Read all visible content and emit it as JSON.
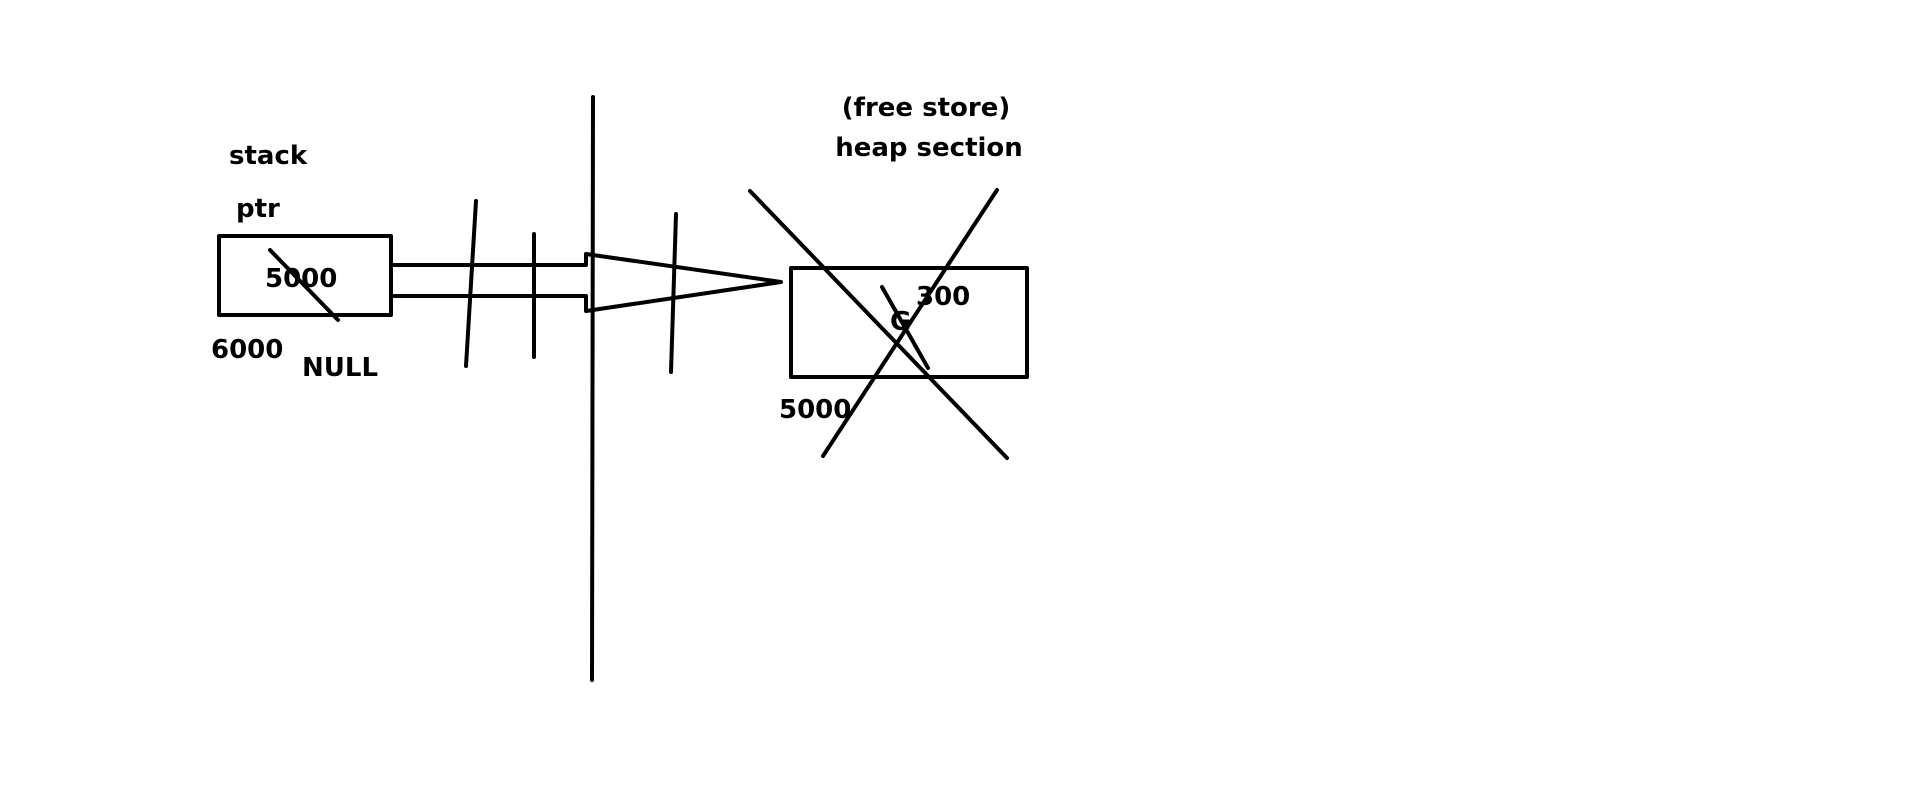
{
  "labels": {
    "stack": "stack",
    "ptr": "ptr",
    "stack_box_value": "5000",
    "stack_address": "6000",
    "null_value": "NULL",
    "free_store": "(free store)",
    "heap_section": "heap section",
    "heap_value": "300",
    "heap_address": "5000",
    "heap_overwritten": "G"
  }
}
